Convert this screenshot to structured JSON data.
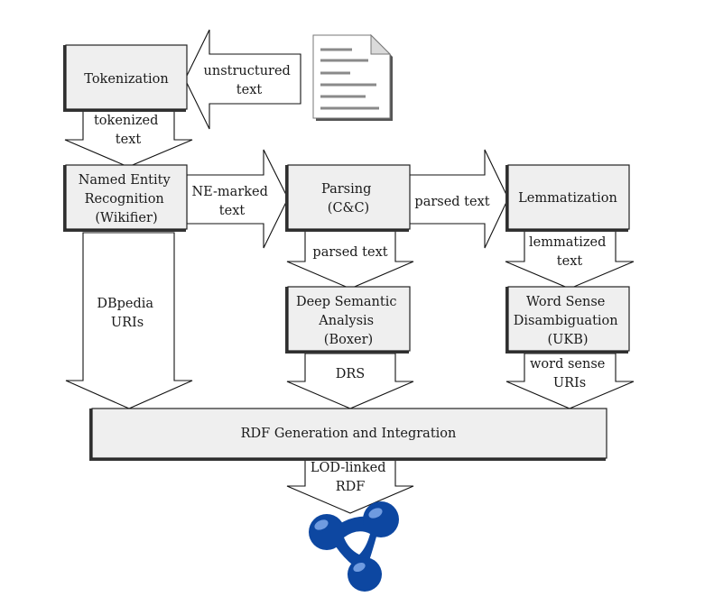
{
  "nodes": {
    "tokenization": [
      "Tokenization"
    ],
    "ner": [
      "Named Entity",
      "Recognition",
      "(Wikifier)"
    ],
    "parsing": [
      "Parsing",
      "(C&C)"
    ],
    "lemmatization": [
      "Lemmatization"
    ],
    "dsa": [
      "Deep Semantic",
      "Analysis",
      "(Boxer)"
    ],
    "wsd": [
      "Word Sense",
      "Disambiguation",
      "(UKB)"
    ],
    "rdf": [
      "RDF Generation and Integration"
    ]
  },
  "edges": {
    "unstructured": [
      "unstructured",
      "text"
    ],
    "tokenized": [
      "tokenized",
      "text"
    ],
    "ne_marked": [
      "NE-marked",
      "text"
    ],
    "parsed_right": [
      "parsed text"
    ],
    "parsed_down": [
      "parsed text"
    ],
    "lemmatized": [
      "lemmatized",
      "text"
    ],
    "dbpedia": [
      "DBpedia",
      "URIs"
    ],
    "drs": [
      "DRS"
    ],
    "wsd_uris": [
      "word sense",
      "URIs"
    ],
    "lod": [
      "LOD-linked",
      "RDF"
    ]
  },
  "icons": {
    "document": "document-icon",
    "lod_logo": "linked-data-logo-icon"
  },
  "colors": {
    "box_fill": "#efefef",
    "logo_blue": "#0d47a1"
  }
}
